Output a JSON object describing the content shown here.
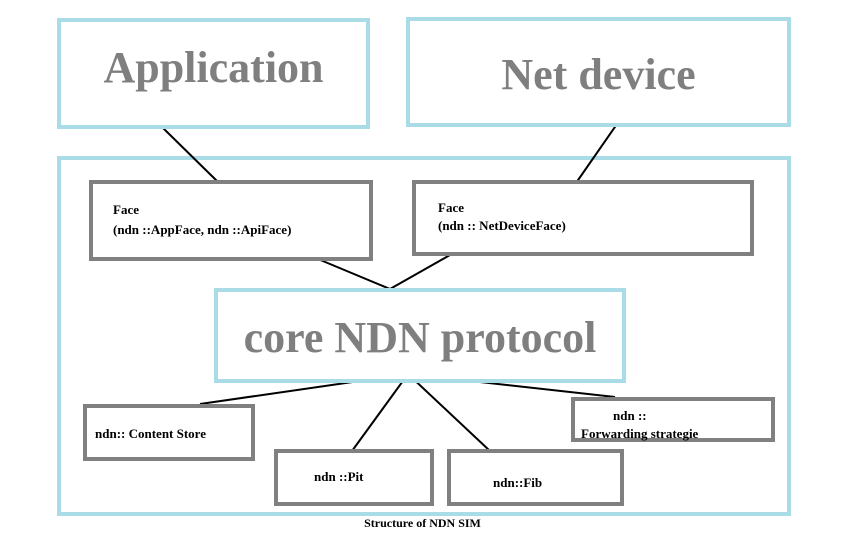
{
  "boxes": {
    "application": "Application",
    "net_device": "Net device",
    "face_app_title": "Face",
    "face_app_detail": "(ndn ::AppFace, ndn ::ApiFace)",
    "face_net_title": "Face",
    "face_net_detail": "(ndn :: NetDeviceFace)",
    "core": "core NDN protocol",
    "content_store": "ndn:: Content Store",
    "pit": "ndn ::Pit",
    "fib": "ndn::Fib",
    "forwarding_line1": "ndn ::",
    "forwarding_line2": "Forwarding strategie"
  },
  "caption": "Structure of NDN SIM",
  "colors": {
    "cyan_border": "#a9dce6",
    "gray_border": "#808080",
    "big_text": "#7f7f7f"
  }
}
